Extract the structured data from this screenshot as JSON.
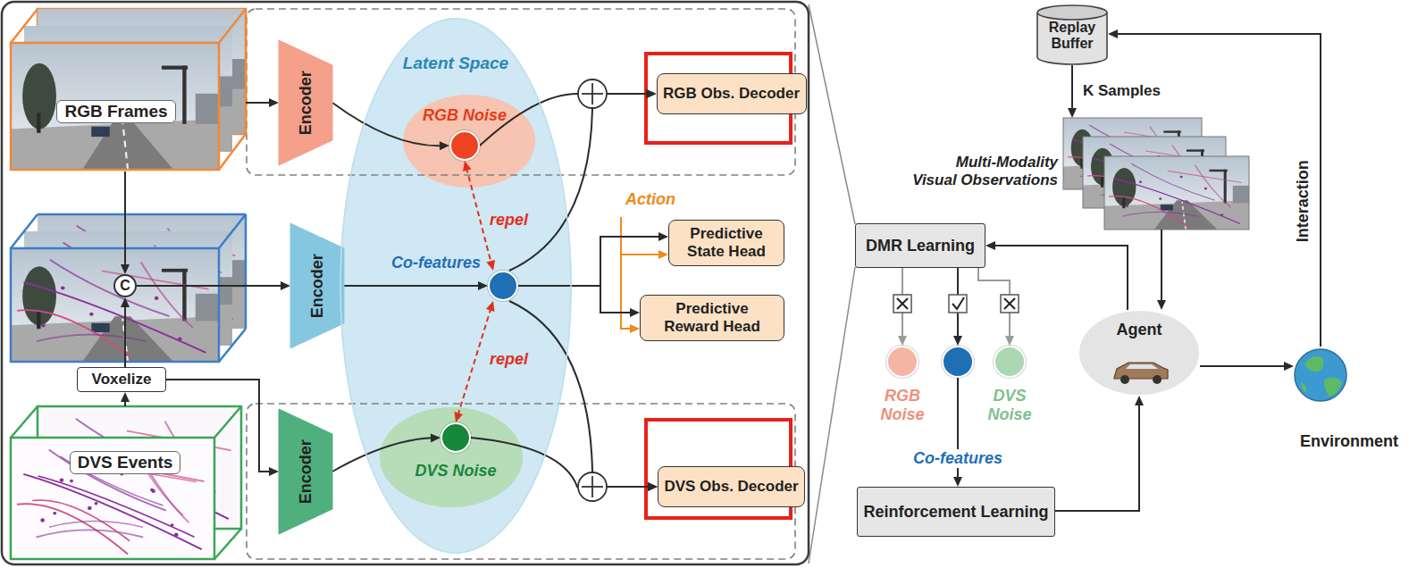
{
  "diagram": {
    "nodes": [
      {
        "text": [
          "RGB Frames"
        ]
      },
      {
        "text": [
          "C"
        ]
      },
      {
        "text": [
          "DVS Events"
        ]
      },
      {
        "text": [
          "Voxelize"
        ]
      },
      {
        "text": [
          "Encoder"
        ]
      },
      {
        "text": [
          "Encoder"
        ]
      },
      {
        "text": [
          "Encoder"
        ]
      },
      {
        "text": [
          "Latent Space"
        ]
      },
      {
        "text": [
          "RGB Noise"
        ],
        "in": 7
      },
      {
        "text": [
          "Co-features"
        ],
        "in": 7
      },
      {
        "text": [
          "DVS Noise"
        ],
        "in": 7
      },
      {
        "text": [
          "RGB Obs. Decoder"
        ]
      },
      {
        "text": [
          "Predictive State Head"
        ]
      },
      {
        "text": [
          "Predictive Reward Head"
        ]
      },
      {
        "text": [
          "DVS Obs. Decoder"
        ]
      },
      {
        "text": [
          "Replay Buffer"
        ]
      },
      {
        "text": [
          "Multi-Modality Visual Observations"
        ]
      },
      {
        "text": [
          "DMR Learning"
        ]
      },
      {
        "text": [
          "RGB Noise"
        ]
      },
      {
        "text": [
          "Co-features"
        ]
      },
      {
        "text": [
          "DVS Noise"
        ]
      },
      {
        "text": [
          "Reinforcement Learning"
        ]
      },
      {
        "text": [
          "Agent"
        ]
      },
      {
        "text": [
          "Environment"
        ]
      }
    ],
    "edges": [
      {
        "from": 0,
        "to": 4,
        "arrow": "to"
      },
      {
        "from": 0,
        "to": 1,
        "arrow": "to"
      },
      {
        "from": 2,
        "to": 3,
        "arrow": "to"
      },
      {
        "from": 3,
        "to": 1,
        "arrow": "to"
      },
      {
        "from": 3,
        "to": 6,
        "arrow": "to"
      },
      {
        "from": 1,
        "to": 5,
        "arrow": "to"
      },
      {
        "from": 4,
        "to": 8,
        "arrow": "to"
      },
      {
        "from": 5,
        "to": 9,
        "arrow": "to"
      },
      {
        "from": 6,
        "to": 10,
        "arrow": "to"
      },
      {
        "from": 8,
        "to": 11,
        "arrow": "to"
      },
      {
        "from": 9,
        "to": 11,
        "arrow": "to"
      },
      {
        "from": 9,
        "to": 12,
        "arrow": "to"
      },
      {
        "from": 9,
        "to": 13,
        "arrow": "to"
      },
      {
        "from": 9,
        "to": 14,
        "arrow": "to"
      },
      {
        "from": 10,
        "to": 14,
        "arrow": "to"
      },
      {
        "from": 8,
        "to": 9,
        "arrow": "both",
        "label": "repel"
      },
      {
        "from": 9,
        "to": 10,
        "arrow": "both",
        "label": "repel"
      },
      {
        "from": 15,
        "to": 16,
        "arrow": "to",
        "label": "K Samples"
      },
      {
        "from": 16,
        "to": 22,
        "arrow": "to"
      },
      {
        "from": 22,
        "to": 17,
        "arrow": "to"
      },
      {
        "from": 17,
        "to": 18,
        "arrow": "to"
      },
      {
        "from": 17,
        "to": 19,
        "arrow": "to"
      },
      {
        "from": 17,
        "to": 20,
        "arrow": "to"
      },
      {
        "from": 19,
        "to": 21,
        "arrow": "to"
      },
      {
        "from": 21,
        "to": 22,
        "arrow": "to"
      },
      {
        "from": 22,
        "to": 23,
        "arrow": "to"
      },
      {
        "from": 23,
        "to": 15,
        "arrow": "to",
        "label": "Interaction"
      }
    ],
    "labels": [
      "Action"
    ]
  }
}
